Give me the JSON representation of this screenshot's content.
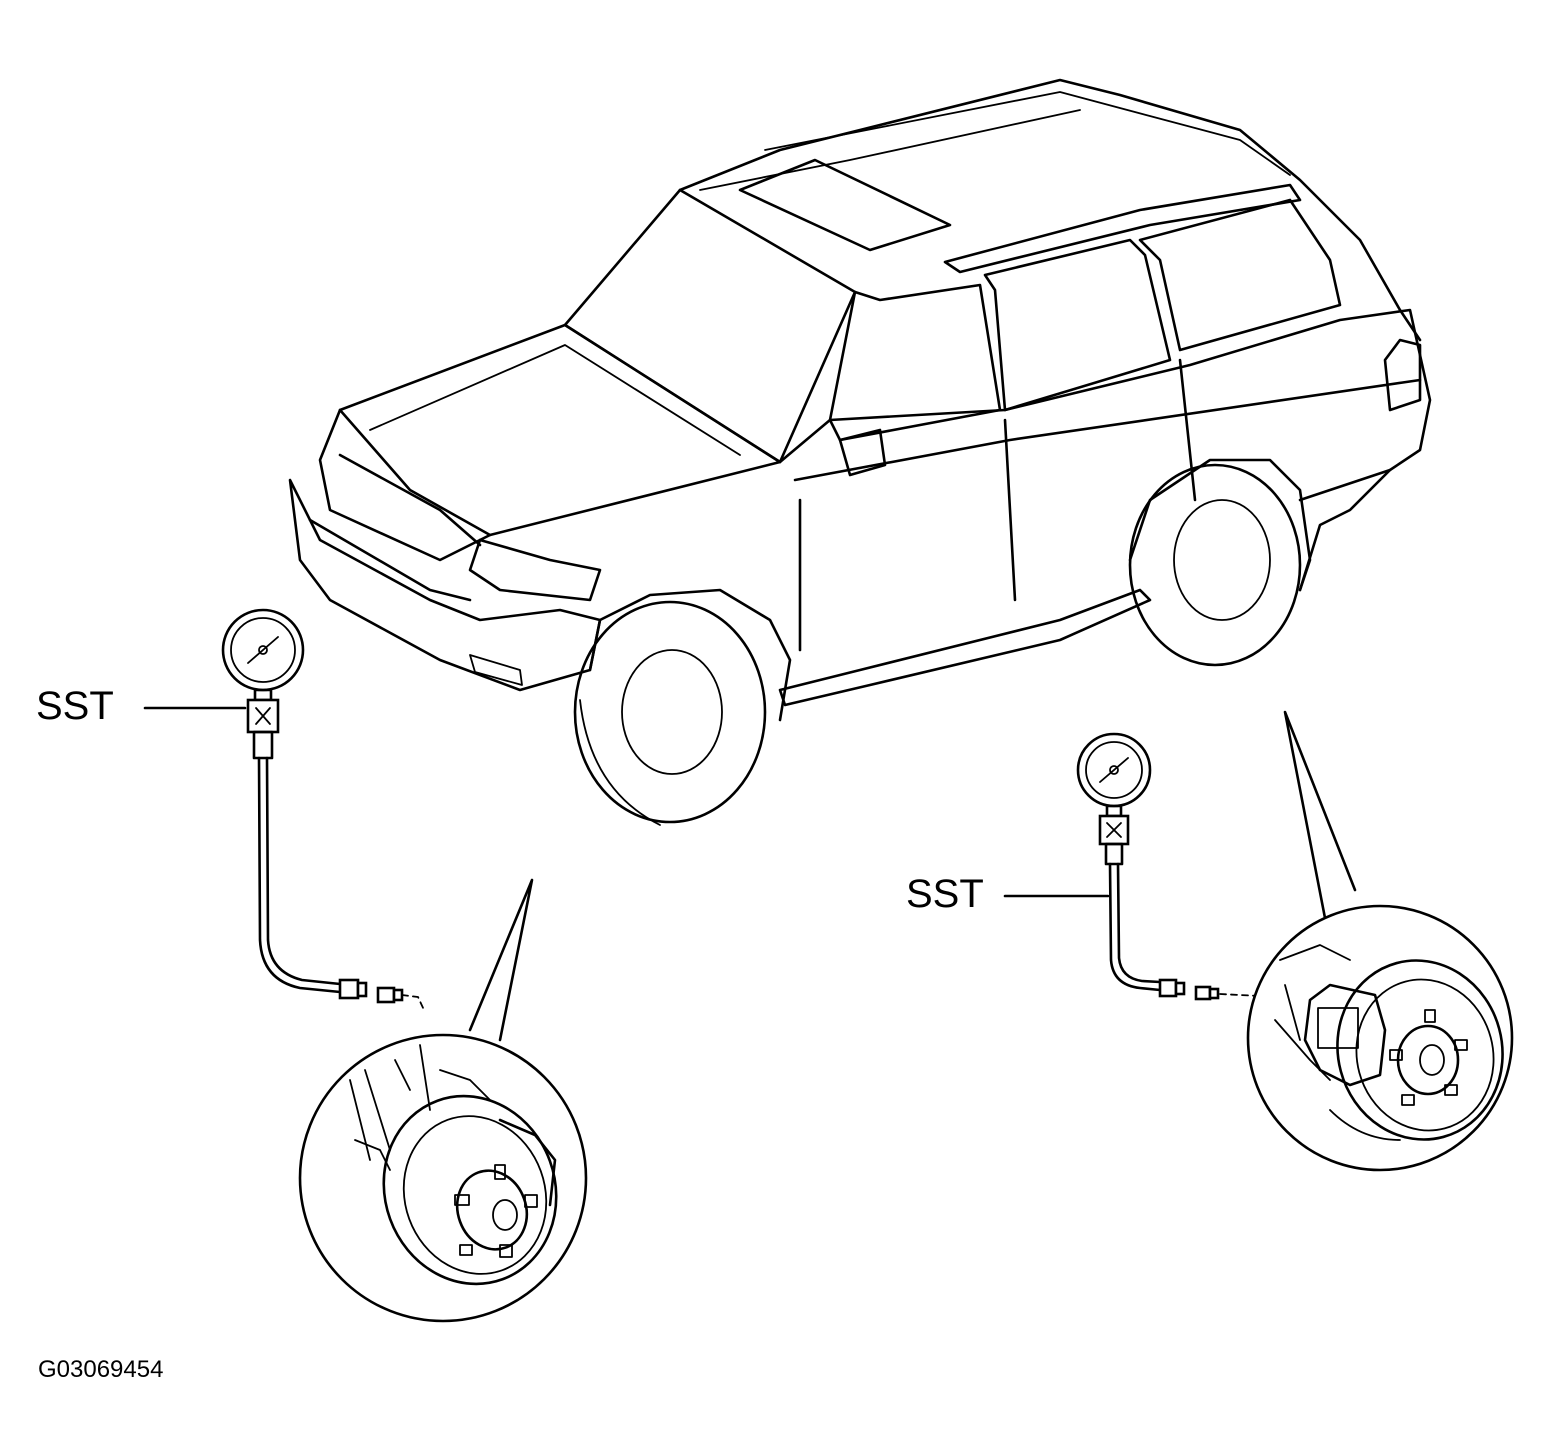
{
  "labels": {
    "sst_left": "SST",
    "sst_right": "SST",
    "figure_code": "G03069454"
  },
  "colors": {
    "line": "#000000",
    "background": "#ffffff"
  }
}
